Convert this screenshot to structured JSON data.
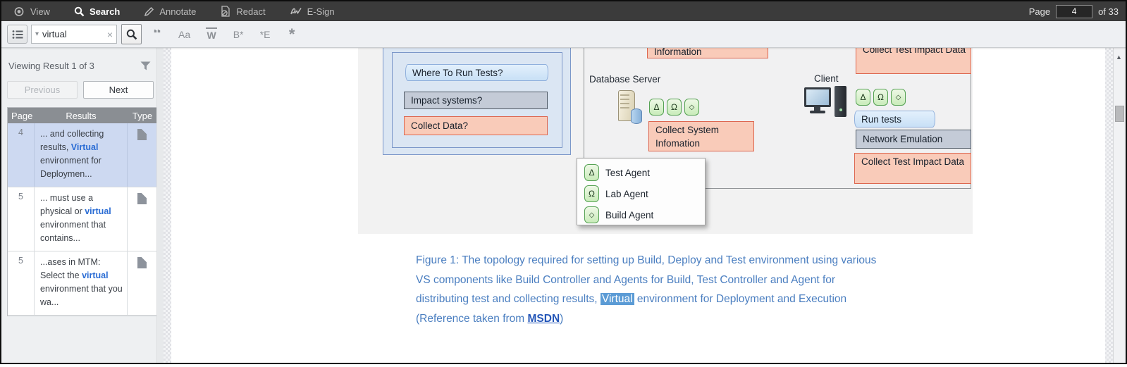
{
  "colors": {
    "accent_blue": "#4a7ec0",
    "highlight": "#5b9bd5",
    "match_blue": "#2a6cd4",
    "salmon_box": "#f9cbb9",
    "green_agent": "#c9ecba",
    "selected_row": "#cdd9f1"
  },
  "toolbar": {
    "menus": [
      {
        "label": "View"
      },
      {
        "label": "Search"
      },
      {
        "label": "Annotate"
      },
      {
        "label": "Redact"
      },
      {
        "label": "E-Sign"
      }
    ],
    "page_label": "Page",
    "page_value": "4",
    "page_total": "of 33"
  },
  "searchbar": {
    "query": "virtual",
    "clear_glyph": "×",
    "dropdown_glyph": "▾",
    "options": [
      {
        "glyph": "“",
        "name": "exact-phrase"
      },
      {
        "glyph": "Aa",
        "name": "match-case"
      },
      {
        "glyph": "W",
        "name": "whole-word"
      },
      {
        "glyph": "B*",
        "name": "begins-with"
      },
      {
        "glyph": "*E",
        "name": "ends-with"
      },
      {
        "glyph": "*",
        "name": "wildcard"
      }
    ]
  },
  "sidebar": {
    "viewing_label": "Viewing Result 1 of 3",
    "previous_label": "Previous",
    "next_label": "Next",
    "table": {
      "headers": [
        "Page",
        "Results",
        "Type"
      ],
      "rows": [
        {
          "page": "4",
          "pre": "... and collecting results, ",
          "match": "Virtual",
          "post": " environment for Deploymen..."
        },
        {
          "page": "5",
          "pre": "... must use a physical or ",
          "match": "virtual",
          "post": " environment that contains..."
        },
        {
          "page": "5",
          "pre": "...ases in MTM: Select the ",
          "match": "virtual",
          "post": " environment that you wa..."
        }
      ]
    }
  },
  "scrollbar": {
    "up_glyph": "▲"
  },
  "diagram": {
    "decision_boxes": [
      "Where To Run Tests?",
      "Impact systems?",
      "Collect Data?"
    ],
    "info_top_box": "Information",
    "top_right_box": "Collect Test Impact Data",
    "db_server_label": "Database Server",
    "db_server_action": "Collect System Infomation",
    "client_label": "Client",
    "client_actions": [
      "Run tests",
      "Network Emulation",
      "Collect Test Impact Data"
    ],
    "agent_symbols": [
      "Δ",
      "Ω",
      "◇"
    ],
    "legend": [
      {
        "symbol": "Δ",
        "label": "Test Agent"
      },
      {
        "symbol": "Ω",
        "label": "Lab Agent"
      },
      {
        "symbol": "◇",
        "label": "Build Agent"
      }
    ]
  },
  "caption": {
    "l1": "Figure 1:  The topology required for setting up Build, Deploy and Test environment using various",
    "l2": "VS components like Build Controller and Agents for Build, Test Controller and Agent for",
    "l3a": "distributing test and collecting results, ",
    "l3_highlight": "Virtual",
    "l3b": " environment for Deployment and Execution",
    "l4a": "(Reference taken from ",
    "l4_link": "MSDN",
    "l4b": ")"
  }
}
